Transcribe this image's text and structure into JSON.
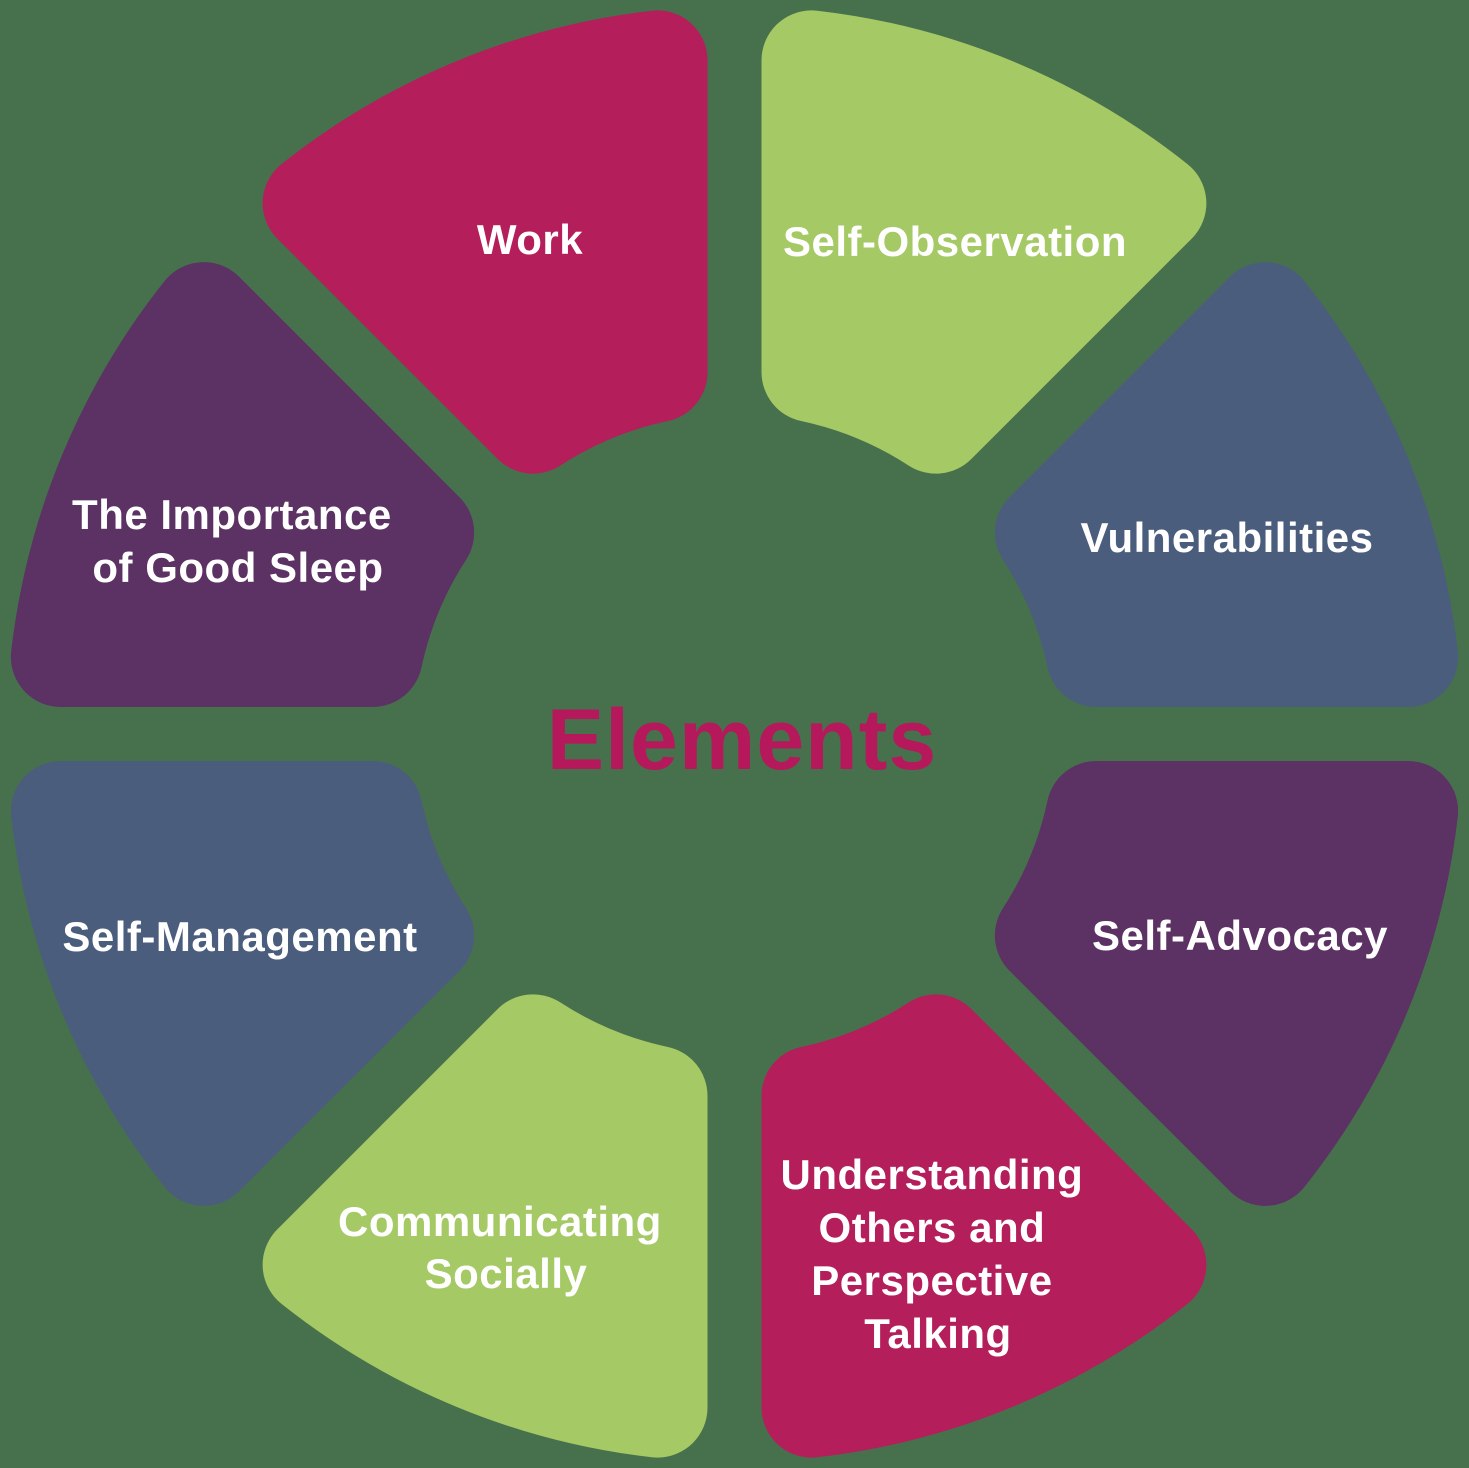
{
  "title": {
    "text": "Elements",
    "color": "#B5195B"
  },
  "background_color": "#47714D",
  "text_color": "#FFFFFF",
  "palette": {
    "magenta": "#B31E5B",
    "light_green": "#A5C964",
    "slate_blue": "#4A5D7C",
    "dark_purple": "#5C3163",
    "background_green": "#47714D"
  },
  "segments": [
    {
      "id": "work",
      "label": "Work",
      "lines": [
        "Work"
      ],
      "color": "#B31E5B"
    },
    {
      "id": "self-observation",
      "label": "Self-Observation",
      "lines": [
        "Self-Observation"
      ],
      "color": "#A5C964"
    },
    {
      "id": "vulnerabilities",
      "label": "Vulnerabilities",
      "lines": [
        "Vulnerabilities"
      ],
      "color": "#4A5D7C"
    },
    {
      "id": "self-advocacy",
      "label": "Self-Advocacy",
      "lines": [
        "Self-Advocacy"
      ],
      "color": "#5C3163"
    },
    {
      "id": "understanding-others",
      "label": "Understanding Others and Perspective Talking",
      "lines": [
        "Understanding",
        "Others and",
        "Perspective",
        "Talking"
      ],
      "color": "#B31E5B"
    },
    {
      "id": "communicating-socially",
      "label": "Communicating Socially",
      "lines": [
        "Communicating",
        "Socially"
      ],
      "color": "#A5C964"
    },
    {
      "id": "self-management",
      "label": "Self-Management",
      "lines": [
        "Self-Management"
      ],
      "color": "#4A5D7C"
    },
    {
      "id": "importance-good-sleep",
      "label": "The Importance of  Good Sleep",
      "lines": [
        "The Importance",
        "of  Good Sleep"
      ],
      "color": "#5C3163"
    }
  ]
}
